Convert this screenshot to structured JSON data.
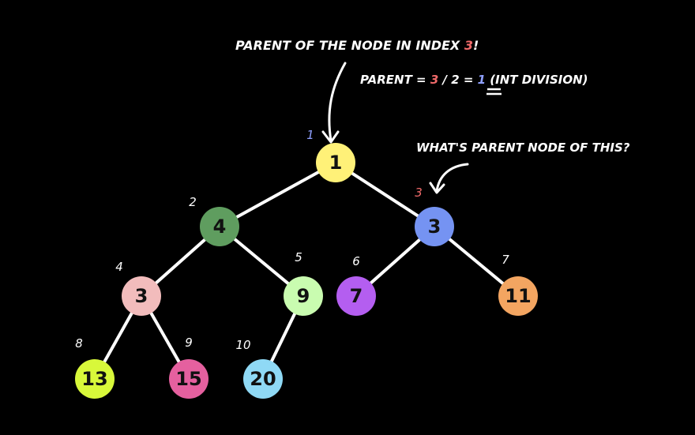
{
  "annotations": {
    "top_prefix": "PARENT OF THE NODE IN INDEX ",
    "top_index": "3",
    "top_suffix": "!",
    "formula_prefix": "PARENT = ",
    "formula_a": "3",
    "formula_op": " / 2 = ",
    "formula_result": "1",
    "formula_suffix": " (INT DIVISION)",
    "question": "WHAT'S PARENT NODE OF THIS?"
  },
  "colors": {
    "background": "#000000",
    "text": "#ffffff",
    "edge": "#ffffff",
    "highlight_red": "#f06a6a",
    "highlight_blue": "#8fa0ff"
  },
  "tree": {
    "nodes": [
      {
        "id": "n1",
        "index": "1",
        "value": "1",
        "color": "#fff178",
        "text_color": "#111111",
        "index_color": "#8fa0ff"
      },
      {
        "id": "n2",
        "index": "2",
        "value": "4",
        "color": "#5f9d5f",
        "text_color": "#111111",
        "index_color": "#ffffff"
      },
      {
        "id": "n3",
        "index": "3",
        "value": "3",
        "color": "#7593f2",
        "text_color": "#111111",
        "index_color": "#f06a6a"
      },
      {
        "id": "n4",
        "index": "4",
        "value": "3",
        "color": "#f2bcbc",
        "text_color": "#111111",
        "index_color": "#ffffff"
      },
      {
        "id": "n5",
        "index": "5",
        "value": "9",
        "color": "#c9fcb0",
        "text_color": "#111111",
        "index_color": "#ffffff"
      },
      {
        "id": "n6",
        "index": "6",
        "value": "7",
        "color": "#b45ef0",
        "text_color": "#111111",
        "index_color": "#ffffff"
      },
      {
        "id": "n7",
        "index": "7",
        "value": "11",
        "color": "#f3a561",
        "text_color": "#111111",
        "index_color": "#ffffff"
      },
      {
        "id": "n8",
        "index": "8",
        "value": "13",
        "color": "#d8f83a",
        "text_color": "#111111",
        "index_color": "#ffffff"
      },
      {
        "id": "n9",
        "index": "9",
        "value": "15",
        "color": "#e5609f",
        "text_color": "#111111",
        "index_color": "#ffffff"
      },
      {
        "id": "n10",
        "index": "10",
        "value": "20",
        "color": "#8fd9f5",
        "text_color": "#111111",
        "index_color": "#ffffff"
      }
    ],
    "edges": [
      [
        "n1",
        "n2"
      ],
      [
        "n1",
        "n3"
      ],
      [
        "n2",
        "n4"
      ],
      [
        "n2",
        "n5"
      ],
      [
        "n3",
        "n6"
      ],
      [
        "n3",
        "n7"
      ],
      [
        "n4",
        "n8"
      ],
      [
        "n4",
        "n9"
      ],
      [
        "n5",
        "n10"
      ]
    ]
  }
}
